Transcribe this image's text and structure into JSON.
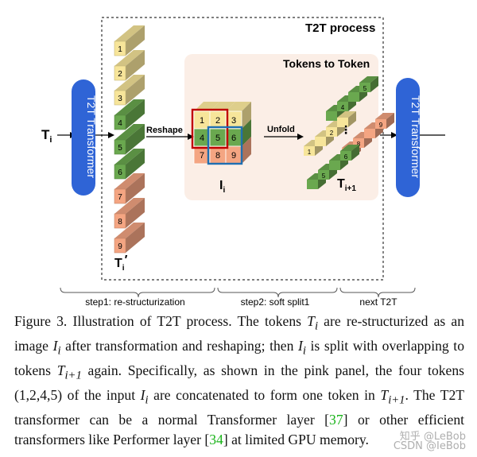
{
  "figure": {
    "title": "T2T process",
    "panel_title": "Tokens to Token",
    "input_label_main": "T",
    "input_label_sub": "i",
    "transformer_left_label": "T2T Transformer",
    "transformer_right_label": "T2T Transformer",
    "reshape_label": "Reshape",
    "unfold_label": "Unfold",
    "tokens_column": [
      "1",
      "2",
      "3",
      "4",
      "5",
      "6",
      "7",
      "8",
      "9"
    ],
    "tprime_main": "T",
    "tprime_sub": "i",
    "tprime_mark": "′",
    "image_label_main": "I",
    "image_label_sub": "i",
    "grid_values": [
      "1",
      "2",
      "3",
      "4",
      "5",
      "6",
      "7",
      "8",
      "9"
    ],
    "ellipsis": "⋮",
    "output_label_main": "T",
    "output_label_sub": "i+1",
    "out_top_token": "4",
    "out_top_token2": "5",
    "out_mid_token": "1",
    "out_mid_token2": "2",
    "out_right_token": "9",
    "out_right_token2": "8",
    "out_bottom_token": "5",
    "out_bottom_token2": "6",
    "step1": "step1: re-structurization",
    "step2": "step2: soft split1",
    "step3": "next T2T",
    "colors": {
      "yellow": "#f7e59a",
      "green": "#6aa84f",
      "orange": "#f4a582",
      "transformer": "#2f64d6",
      "panel": "#fbeee6",
      "red_box": "#c00000",
      "blue_box": "#1f6fb2"
    }
  },
  "caption": {
    "p1": "Figure 3. Illustration of T2T process.  The tokens ",
    "t_i": "T",
    "t_i_sub": "i",
    "p2": " are re-structurized as an image ",
    "i_i": "I",
    "i_i_sub": "i",
    "p3": " after transformation and reshaping; then ",
    "i_i2": "I",
    "i_i2_sub": "i",
    "p4": " is split with overlapping to tokens ",
    "t_i1": "T",
    "t_i1_sub": "i+1",
    "p5": " again. Specifically, as shown in the pink panel, the four tokens (1,2,4,5) of the input ",
    "i_i3": "I",
    "i_i3_sub": "i",
    "p6": " are concatenated to form one token in ",
    "t_i1b": "T",
    "t_i1b_sub": "i+1",
    "p7": ".  The T2T transformer can be a normal Transformer layer [",
    "cite1": "37",
    "p8": "] or other efficient transformers like Performer layer [",
    "cite2": "34",
    "p9": "] at limited GPU memory."
  },
  "watermark": "知乎 @LeBob",
  "watermark2": "CSDN @IeBob"
}
